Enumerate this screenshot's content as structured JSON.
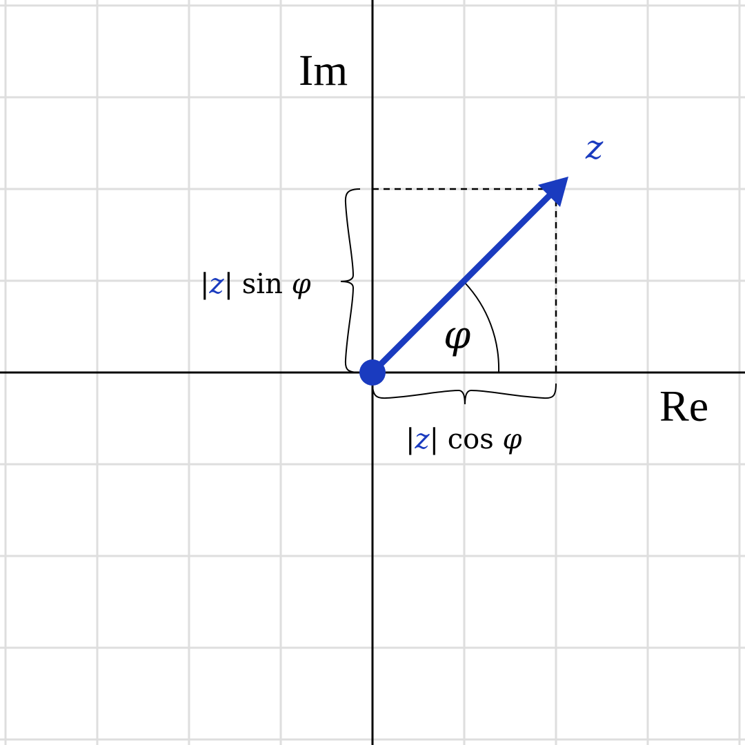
{
  "axes": {
    "real_label": "Re",
    "imaginary_label": "Im"
  },
  "vector": {
    "label": "z",
    "real_part": 1,
    "imaginary_part": 1
  },
  "angle": {
    "label": "φ"
  },
  "projections": {
    "horizontal": {
      "modulus": "z",
      "function": "cos",
      "angle": "φ"
    },
    "vertical": {
      "modulus": "z",
      "function": "sin",
      "angle": "φ"
    }
  },
  "colors": {
    "accent": "#1a3bbf",
    "axis": "#000000",
    "grid": "#dedede",
    "background": "#ffffff"
  }
}
